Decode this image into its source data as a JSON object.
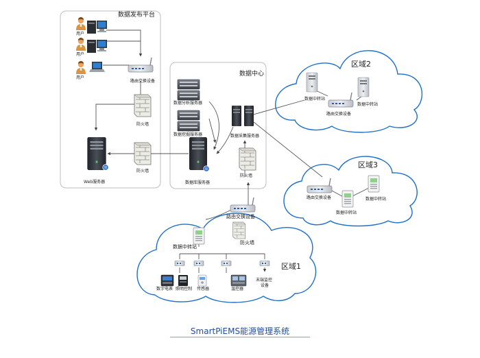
{
  "colors": {
    "cloud_border": "#1e6fc8",
    "panel_border": "#bdbdbd",
    "connector": "#555555",
    "footer_text": "#1f4e9a",
    "server_dark": "#2e3238",
    "device_light": "#d7dade"
  },
  "zones": {
    "publish": {
      "title": "数据发布平台",
      "users": [
        "用户",
        "用户",
        "用户"
      ],
      "router": "路由交换设备",
      "firewall": "防火墙",
      "web_server": "Web服务器"
    },
    "datacenter": {
      "title": "数据中心",
      "analysis": "数据分析服务器",
      "mining": "数据挖掘服务器",
      "db_server": "数据库服务器",
      "collect": "数据采集服务器",
      "firewall_left": "防火墙",
      "firewall_bottom": "防火墙"
    },
    "region2": {
      "title": "区域2",
      "relay_a": "数据中转站",
      "router": "路由交换设备",
      "relay_b": "数据中转站"
    },
    "region3": {
      "title": "区域3",
      "router": "路由交换设备",
      "relay_a": "数据中转站",
      "relay_b": "数据中转站"
    },
    "region1": {
      "title": "区域1",
      "router": "路由交换设备",
      "relay": "数据中转站",
      "firewall": "防火墙",
      "meter": "数字电表",
      "lighting": "照明控制",
      "sensor": "传感器",
      "thermostat": "温控器",
      "terminal_line1": "末端监控",
      "terminal_line2": "设备"
    }
  },
  "footer": {
    "title": "SmartPiEMS能源管理系统"
  }
}
